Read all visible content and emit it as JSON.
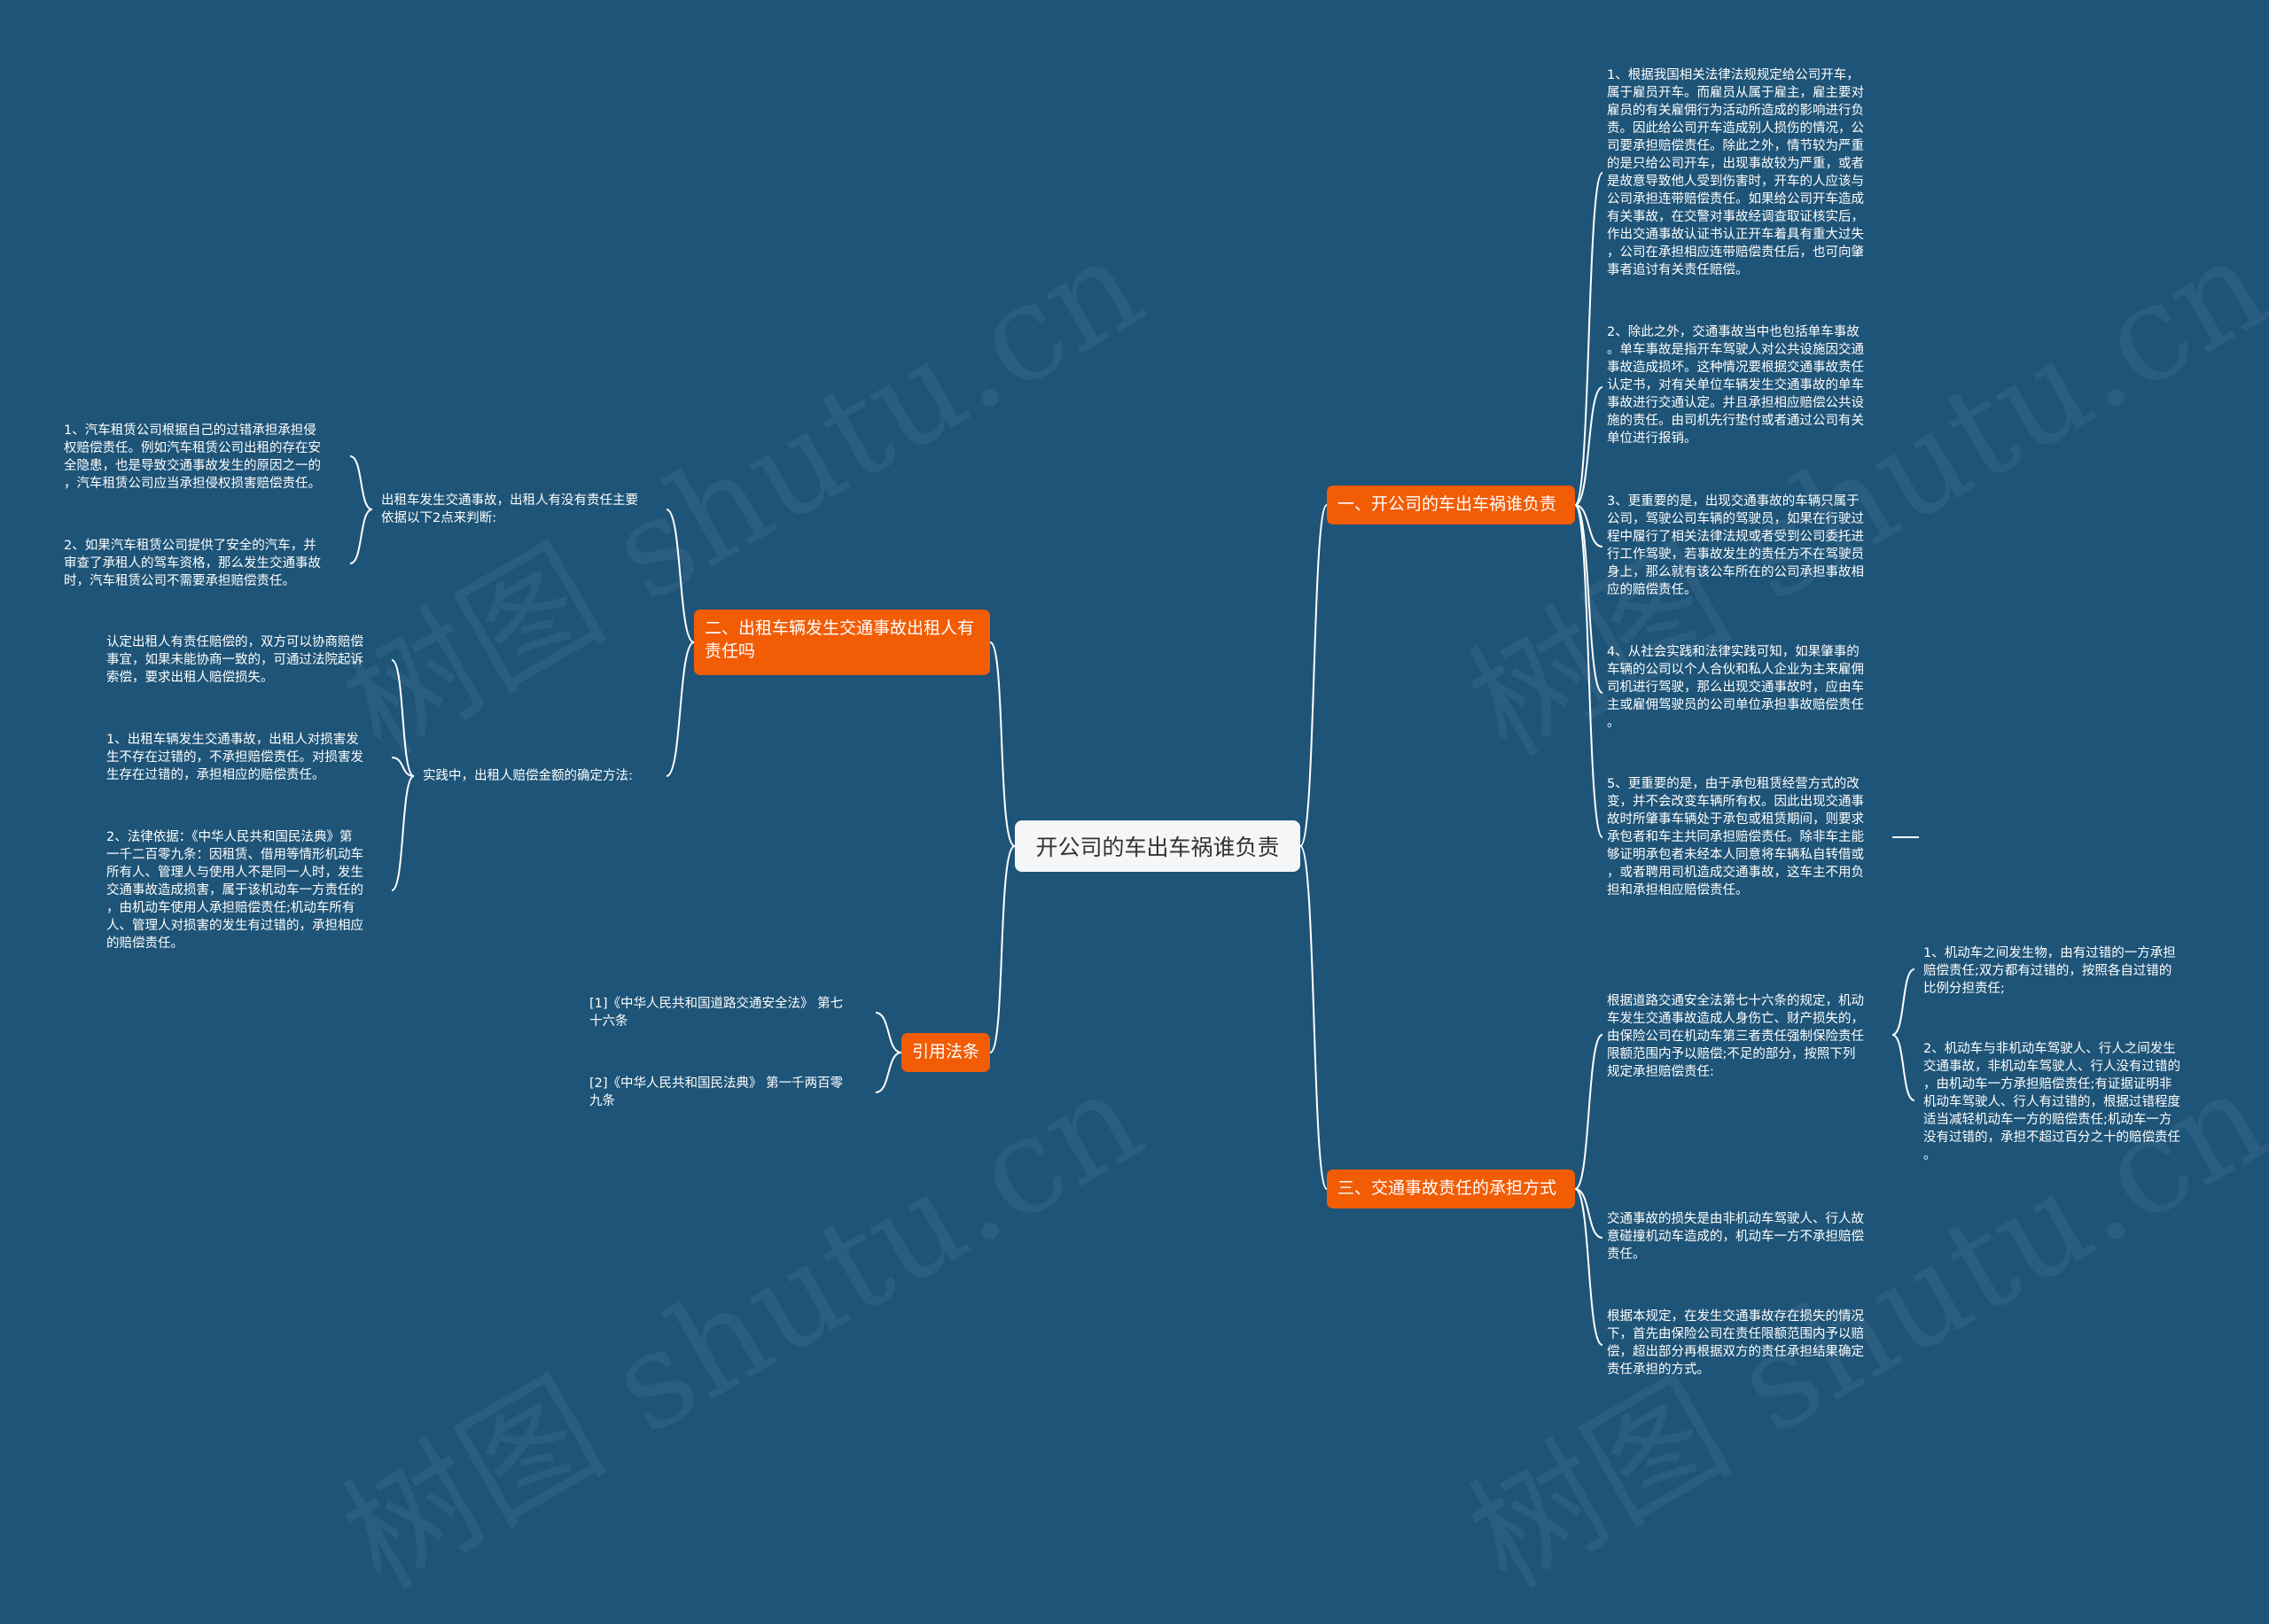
{
  "mindmap": {
    "root": "开公司的车出车祸谁负责",
    "branches": [
      {
        "label": "一、开公司的车出车祸谁负责",
        "items": [
          "1、根据我国相关法律法规规定给公司开车，\n属于雇员开车。而雇员从属于雇主，雇主要对\n雇员的有关雇佣行为活动所造成的影响进行负\n责。因此给公司开车造成别人损伤的情况，公\n司要承担赔偿责任。除此之外，情节较为严重\n的是只给公司开车，出现事故较为严重，或者\n是故意导致他人受到伤害时，开车的人应该与\n公司承担连带赔偿责任。如果给公司开车造成\n有关事故，在交警对事故经调查取证核实后，\n作出交通事故认证书认正开车着具有重大过失\n，公司在承担相应连带赔偿责任后，也可向肇\n事者追讨有关责任赔偿。",
          "2、除此之外，交通事故当中也包括单车事故\n。单车事故是指开车驾驶人对公共设施因交通\n事故造成损坏。这种情况要根据交通事故责任\n认定书，对有关单位车辆发生交通事故的单车\n事故进行交通认定。并且承担相应赔偿公共设\n施的责任。由司机先行垫付或者通过公司有关\n单位进行报销。",
          "3、更重要的是，出现交通事故的车辆只属于\n公司，驾驶公司车辆的驾驶员，如果在行驶过\n程中履行了相关法律法规或者受到公司委托进\n行工作驾驶，若事故发生的责任方不在驾驶员\n身上，那么就有该公车所在的公司承担事故相\n应的赔偿责任。",
          "4、从社会实践和法律实践可知，如果肇事的\n车辆的公司以个人合伙和私人企业为主来雇佣\n司机进行驾驶，那么出现交通事故时，应由车\n主或雇佣驾驶员的公司单位承担事故赔偿责任\n。",
          "5、更重要的是，由于承包租赁经营方式的改\n变，并不会改变车辆所有权。因此出现交通事\n故时所肇事车辆处于承包或租赁期间，则要求\n承包者和车主共同承担赔偿责任。除非车主能\n够证明承包者未经本人同意将车辆私自转借或\n，或者聘用司机造成交通事故，这车主不用负\n担和承担相应赔偿责任。"
        ]
      },
      {
        "label": "二、出租车辆发生交通事故出租人有责任吗",
        "groups": [
          {
            "label": "出租车发生交通事故，出租人有没有责任主要\n依据以下2点来判断:",
            "items": [
              "1、汽车租赁公司根据自己的过错承担承担侵\n权赔偿责任。例如汽车租赁公司出租的存在安\n全隐患，也是导致交通事故发生的原因之一的\n，汽车租赁公司应当承担侵权损害赔偿责任。",
              "2、如果汽车租赁公司提供了安全的汽车，并\n审查了承租人的驾车资格，那么发生交通事故\n时，汽车租赁公司不需要承担赔偿责任。"
            ]
          },
          {
            "label": "实践中，出租人赔偿金额的确定方法:",
            "items": [
              "认定出租人有责任赔偿的，双方可以协商赔偿\n事宜，如果未能协商一致的，可通过法院起诉\n索偿，要求出租人赔偿损失。",
              "1、出租车辆发生交通事故，出租人对损害发\n生不存在过错的，不承担赔偿责任。对损害发\n生存在过错的，承担相应的赔偿责任。",
              "2、法律依据：《中华人民共和国民法典》第\n一千二百零九条：因租赁、借用等情形机动车\n所有人、管理人与使用人不是同一人时，发生\n交通事故造成损害，属于该机动车一方责任的\n，由机动车使用人承担赔偿责任;机动车所有\n人、管理人对损害的发生有过错的，承担相应\n的赔偿责任。"
            ]
          }
        ]
      },
      {
        "label": "三、交通事故责任的承担方式",
        "groups": [
          {
            "label": "根据道路交通安全法第七十六条的规定，机动\n车发生交通事故造成人身伤亡、财产损失的，\n由保险公司在机动车第三者责任强制保险责任\n限额范围内予以赔偿;不足的部分，按照下列\n规定承担赔偿责任:",
            "items": [
              "1、机动车之间发生物，由有过错的一方承担\n赔偿责任;双方都有过错的，按照各自过错的\n比例分担责任;",
              "2、机动车与非机动车驾驶人、行人之间发生\n交通事故，非机动车驾驶人、行人没有过错的\n，由机动车一方承担赔偿责任;有证据证明非\n机动车驾驶人、行人有过错的，根据过错程度\n适当减轻机动车一方的赔偿责任;机动车一方\n没有过错的，承担不超过百分之十的赔偿责任\n。"
            ]
          }
        ],
        "items": [
          "交通事故的损失是由非机动车驾驶人、行人故\n意碰撞机动车造成的，机动车一方不承担赔偿\n责任。",
          "根据本规定，在发生交通事故存在损失的情况\n下，首先由保险公司在责任限额范围内予以赔\n偿，超出部分再根据双方的责任承担结果确定\n责任承担的方式。"
        ]
      },
      {
        "label": "引用法条",
        "items": [
          "[1]《中华人民共和国道路交通安全法》 第七\n十六条",
          "[2]《中华人民共和国民法典》 第一千两百零\n九条"
        ]
      }
    ]
  },
  "watermark": "树图 shutu.cn",
  "colors": {
    "background": "#1e5478",
    "branch": "#f25c05",
    "root": "#f4f6f7",
    "line": "#ffffff"
  }
}
